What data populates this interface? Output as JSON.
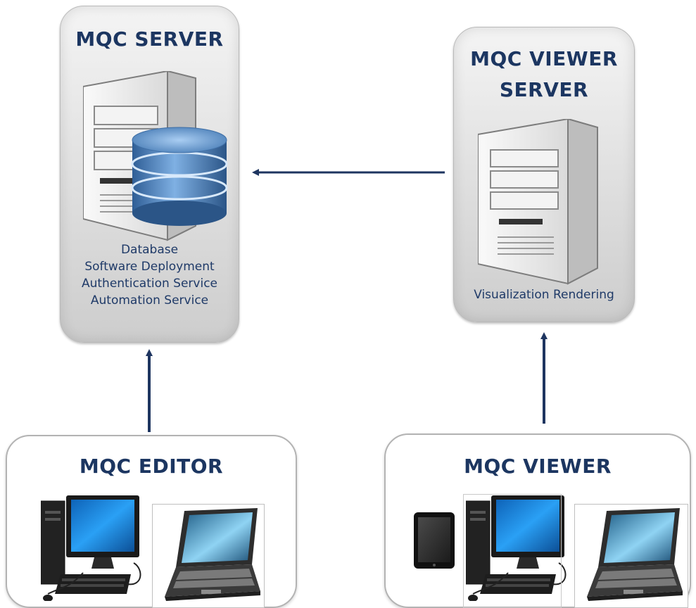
{
  "mqc_server": {
    "title": "MQC SERVER",
    "features": [
      "Database",
      "Software Deployment",
      "Authentication Service",
      "Automation Service"
    ],
    "icons": [
      "tower-server-icon",
      "database-icon"
    ]
  },
  "mqc_viewer_server": {
    "title_line1": "MQC VIEWER",
    "title_line2": "SERVER",
    "features": [
      "Visualization Rendering"
    ],
    "icons": [
      "tower-server-icon"
    ]
  },
  "mqc_editor": {
    "title": "MQC EDITOR",
    "icons": [
      "desktop-computer-icon",
      "laptop-icon"
    ]
  },
  "mqc_viewer": {
    "title": "MQC VIEWER",
    "icons": [
      "tablet-icon",
      "desktop-computer-icon",
      "laptop-icon"
    ]
  },
  "colors": {
    "title": "#1c3661",
    "arrow": "#1e3560",
    "text": "#1f3a68",
    "database": "#4f86c0",
    "screen": "#1f7fd8"
  },
  "connections": [
    {
      "from": "MQC VIEWER SERVER",
      "to": "MQC SERVER"
    },
    {
      "from": "MQC EDITOR",
      "to": "MQC SERVER"
    },
    {
      "from": "MQC VIEWER",
      "to": "MQC VIEWER SERVER"
    }
  ]
}
